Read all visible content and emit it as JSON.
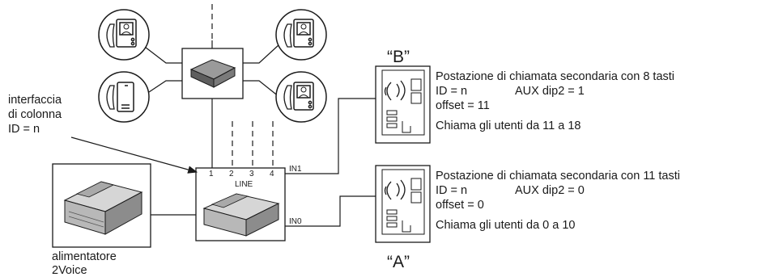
{
  "interface": {
    "label_lines": [
      "interfaccia",
      "di colonna",
      "ID = n"
    ],
    "ports": [
      "1",
      "2",
      "3",
      "4"
    ],
    "line_label": "LINE",
    "in1_label": "IN1",
    "in0_label": "IN0"
  },
  "power_supply": {
    "label_lines": [
      "alimentatore",
      "2Voice"
    ]
  },
  "station_b": {
    "tag": "“B”",
    "title": "Postazione di chiamata secondaria con 8 tasti",
    "id_text": "ID = n",
    "aux_text": "AUX dip2 = 1",
    "offset_text": "offset = 11",
    "calls_text": "Chiama gli utenti da 11 a 18"
  },
  "station_a": {
    "tag": "“A”",
    "title": "Postazione di chiamata secondaria con 11 tasti",
    "id_text": "ID = n",
    "aux_text": "AUX dip2 = 0",
    "offset_text": "offset = 0",
    "calls_text": "Chiama gli utenti da 0 a 10"
  }
}
